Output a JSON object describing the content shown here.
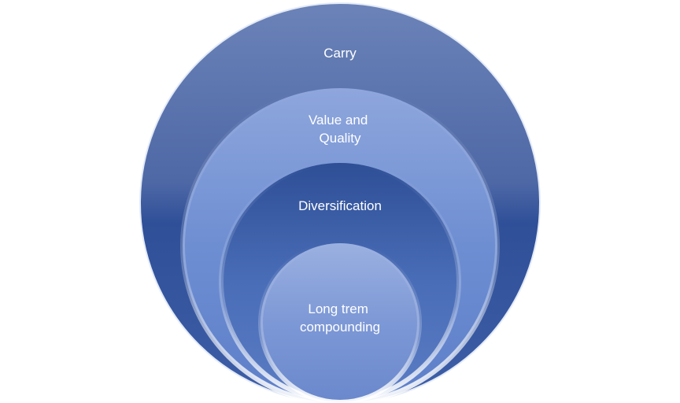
{
  "diagram": {
    "type": "nested-circles",
    "levels": [
      {
        "label_lines": [
          "Carry"
        ],
        "color": "#4a6aa8"
      },
      {
        "label_lines": [
          "Value and",
          "Quality"
        ],
        "color": "#6f8fd0"
      },
      {
        "label_lines": [
          "Diversification"
        ],
        "color": "#3f64b0"
      },
      {
        "label_lines": [
          "Long trem",
          "compounding"
        ],
        "color": "#7f9ad6"
      }
    ]
  }
}
